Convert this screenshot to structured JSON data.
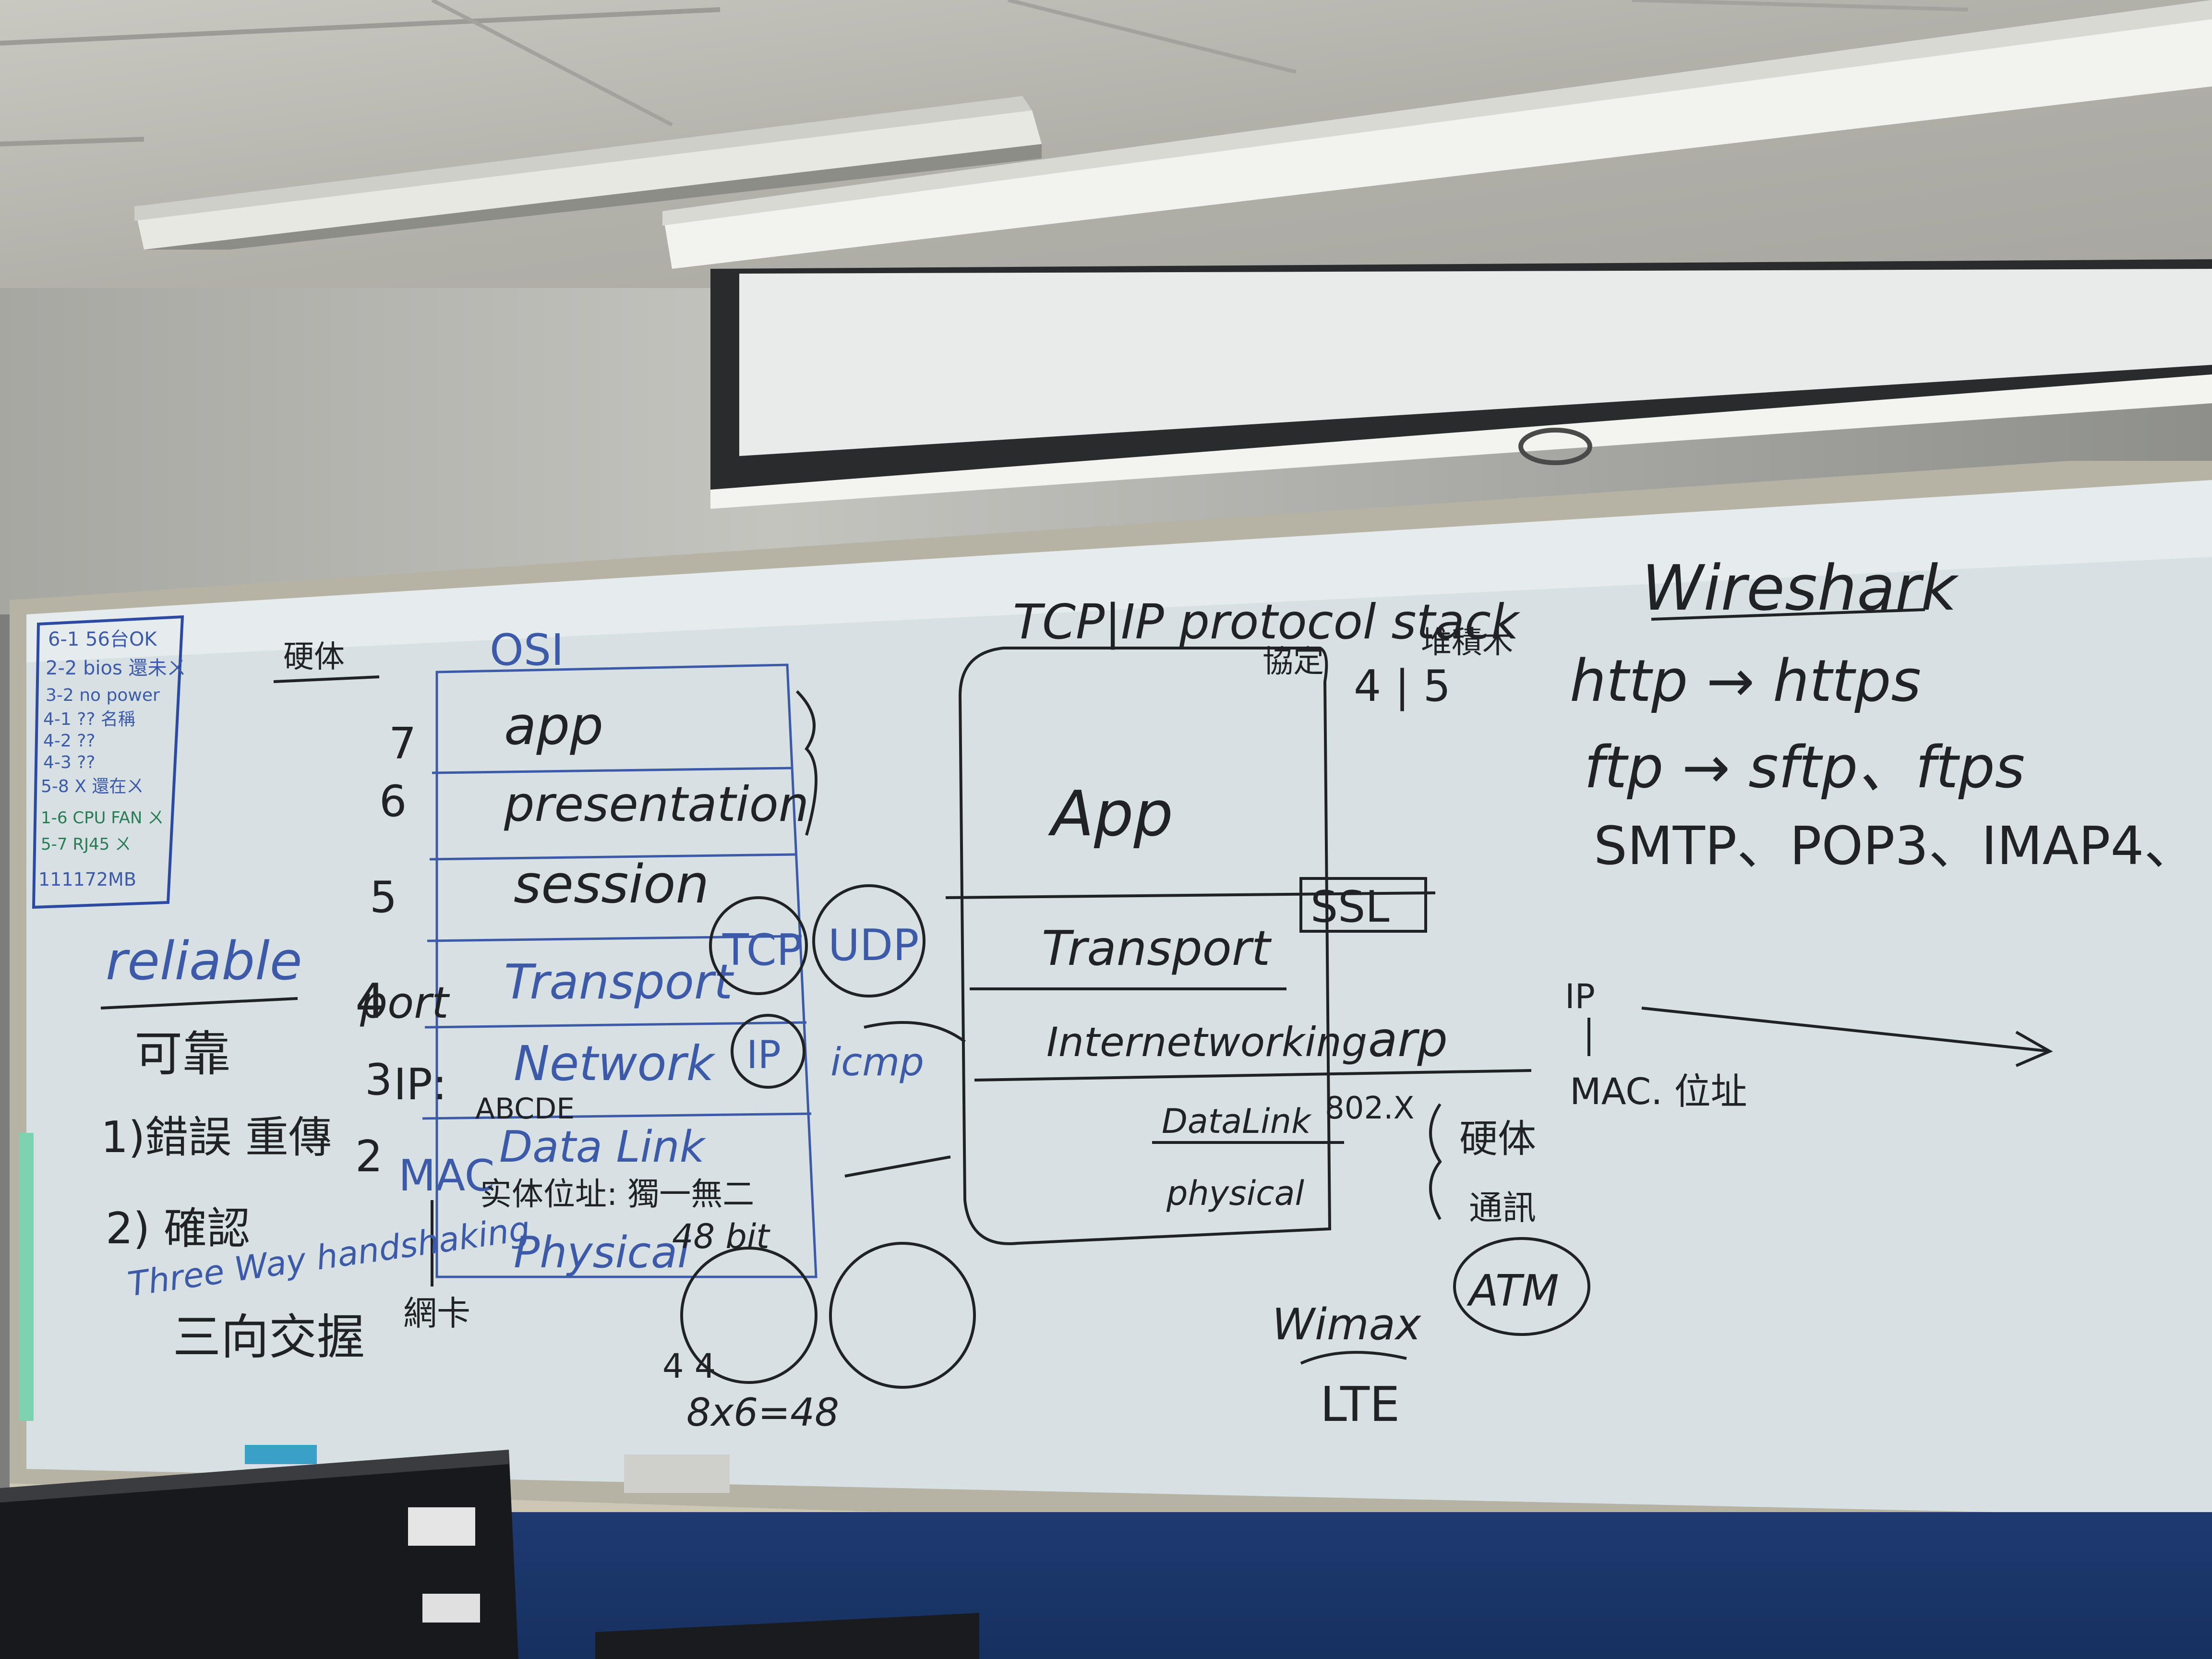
{
  "board": {
    "lecture_title": "TCP|IP protocol stack",
    "protocol_zh": "協定",
    "stack_zh": "堆積木",
    "layer_counts": "4 | 5",
    "wireshark": "Wireshark",
    "hardware_label": "硬体",
    "osi_title": "OSI",
    "osi_layers": [
      {
        "num": "7",
        "name": "app"
      },
      {
        "num": "6",
        "name": "presentation"
      },
      {
        "num": "5",
        "name": "session"
      },
      {
        "num": "4",
        "name": "Transport"
      },
      {
        "num": "3",
        "name": "Network"
      },
      {
        "num": "2",
        "name": "Data Link"
      }
    ],
    "physical": "Physical",
    "left_notes": {
      "port": "port",
      "ip": "IP:",
      "mac": "MAC",
      "abcde": "ABCDE",
      "physical_addr": "实体位址: 獨一無二",
      "bits": "48 bit",
      "network_card": "網卡"
    },
    "reliable": {
      "title": "reliable",
      "zh": "可靠",
      "item1": "1)錯誤 重傳",
      "item2": "2) 確認",
      "three_way": "Three Way handshaking",
      "three_way_zh": "三向交握"
    },
    "circles": {
      "tcp": "TCP",
      "udp": "UDP",
      "ip": "IP",
      "icmp": "icmp"
    },
    "mac_math": {
      "hex": "4 4",
      "calc": "8x6=48"
    },
    "tcpip_layers": {
      "app": "App",
      "ssl": "SSL",
      "transport": "Transport",
      "internetworking": "Internetworking",
      "datalink": "DataLink",
      "physical": "physical",
      "arp": "arp",
      "std": "802.X",
      "hw": "硬体",
      "comm": "通訊"
    },
    "protocols": {
      "http": "http → https",
      "ftp": "ftp → sftp、ftps",
      "mail": "SMTP、POP3、IMAP4、"
    },
    "ip_mac": {
      "ip": "IP",
      "mac": "MAC. 位址"
    },
    "wireless": {
      "atm": "ATM",
      "wimax": "Wimax",
      "lte": "LTE"
    },
    "checklist": [
      "6-1 56台OK",
      "2-2 bios 還未ㄨ",
      "3-2 no power",
      "4-1 ?? 名稱",
      "4-2 ??",
      "4-3 ??",
      "5-8 X  還在ㄨ",
      "1-6 CPU FAN ㄨ",
      "5-7 RJ45 ㄨ",
      "111172MB"
    ]
  }
}
